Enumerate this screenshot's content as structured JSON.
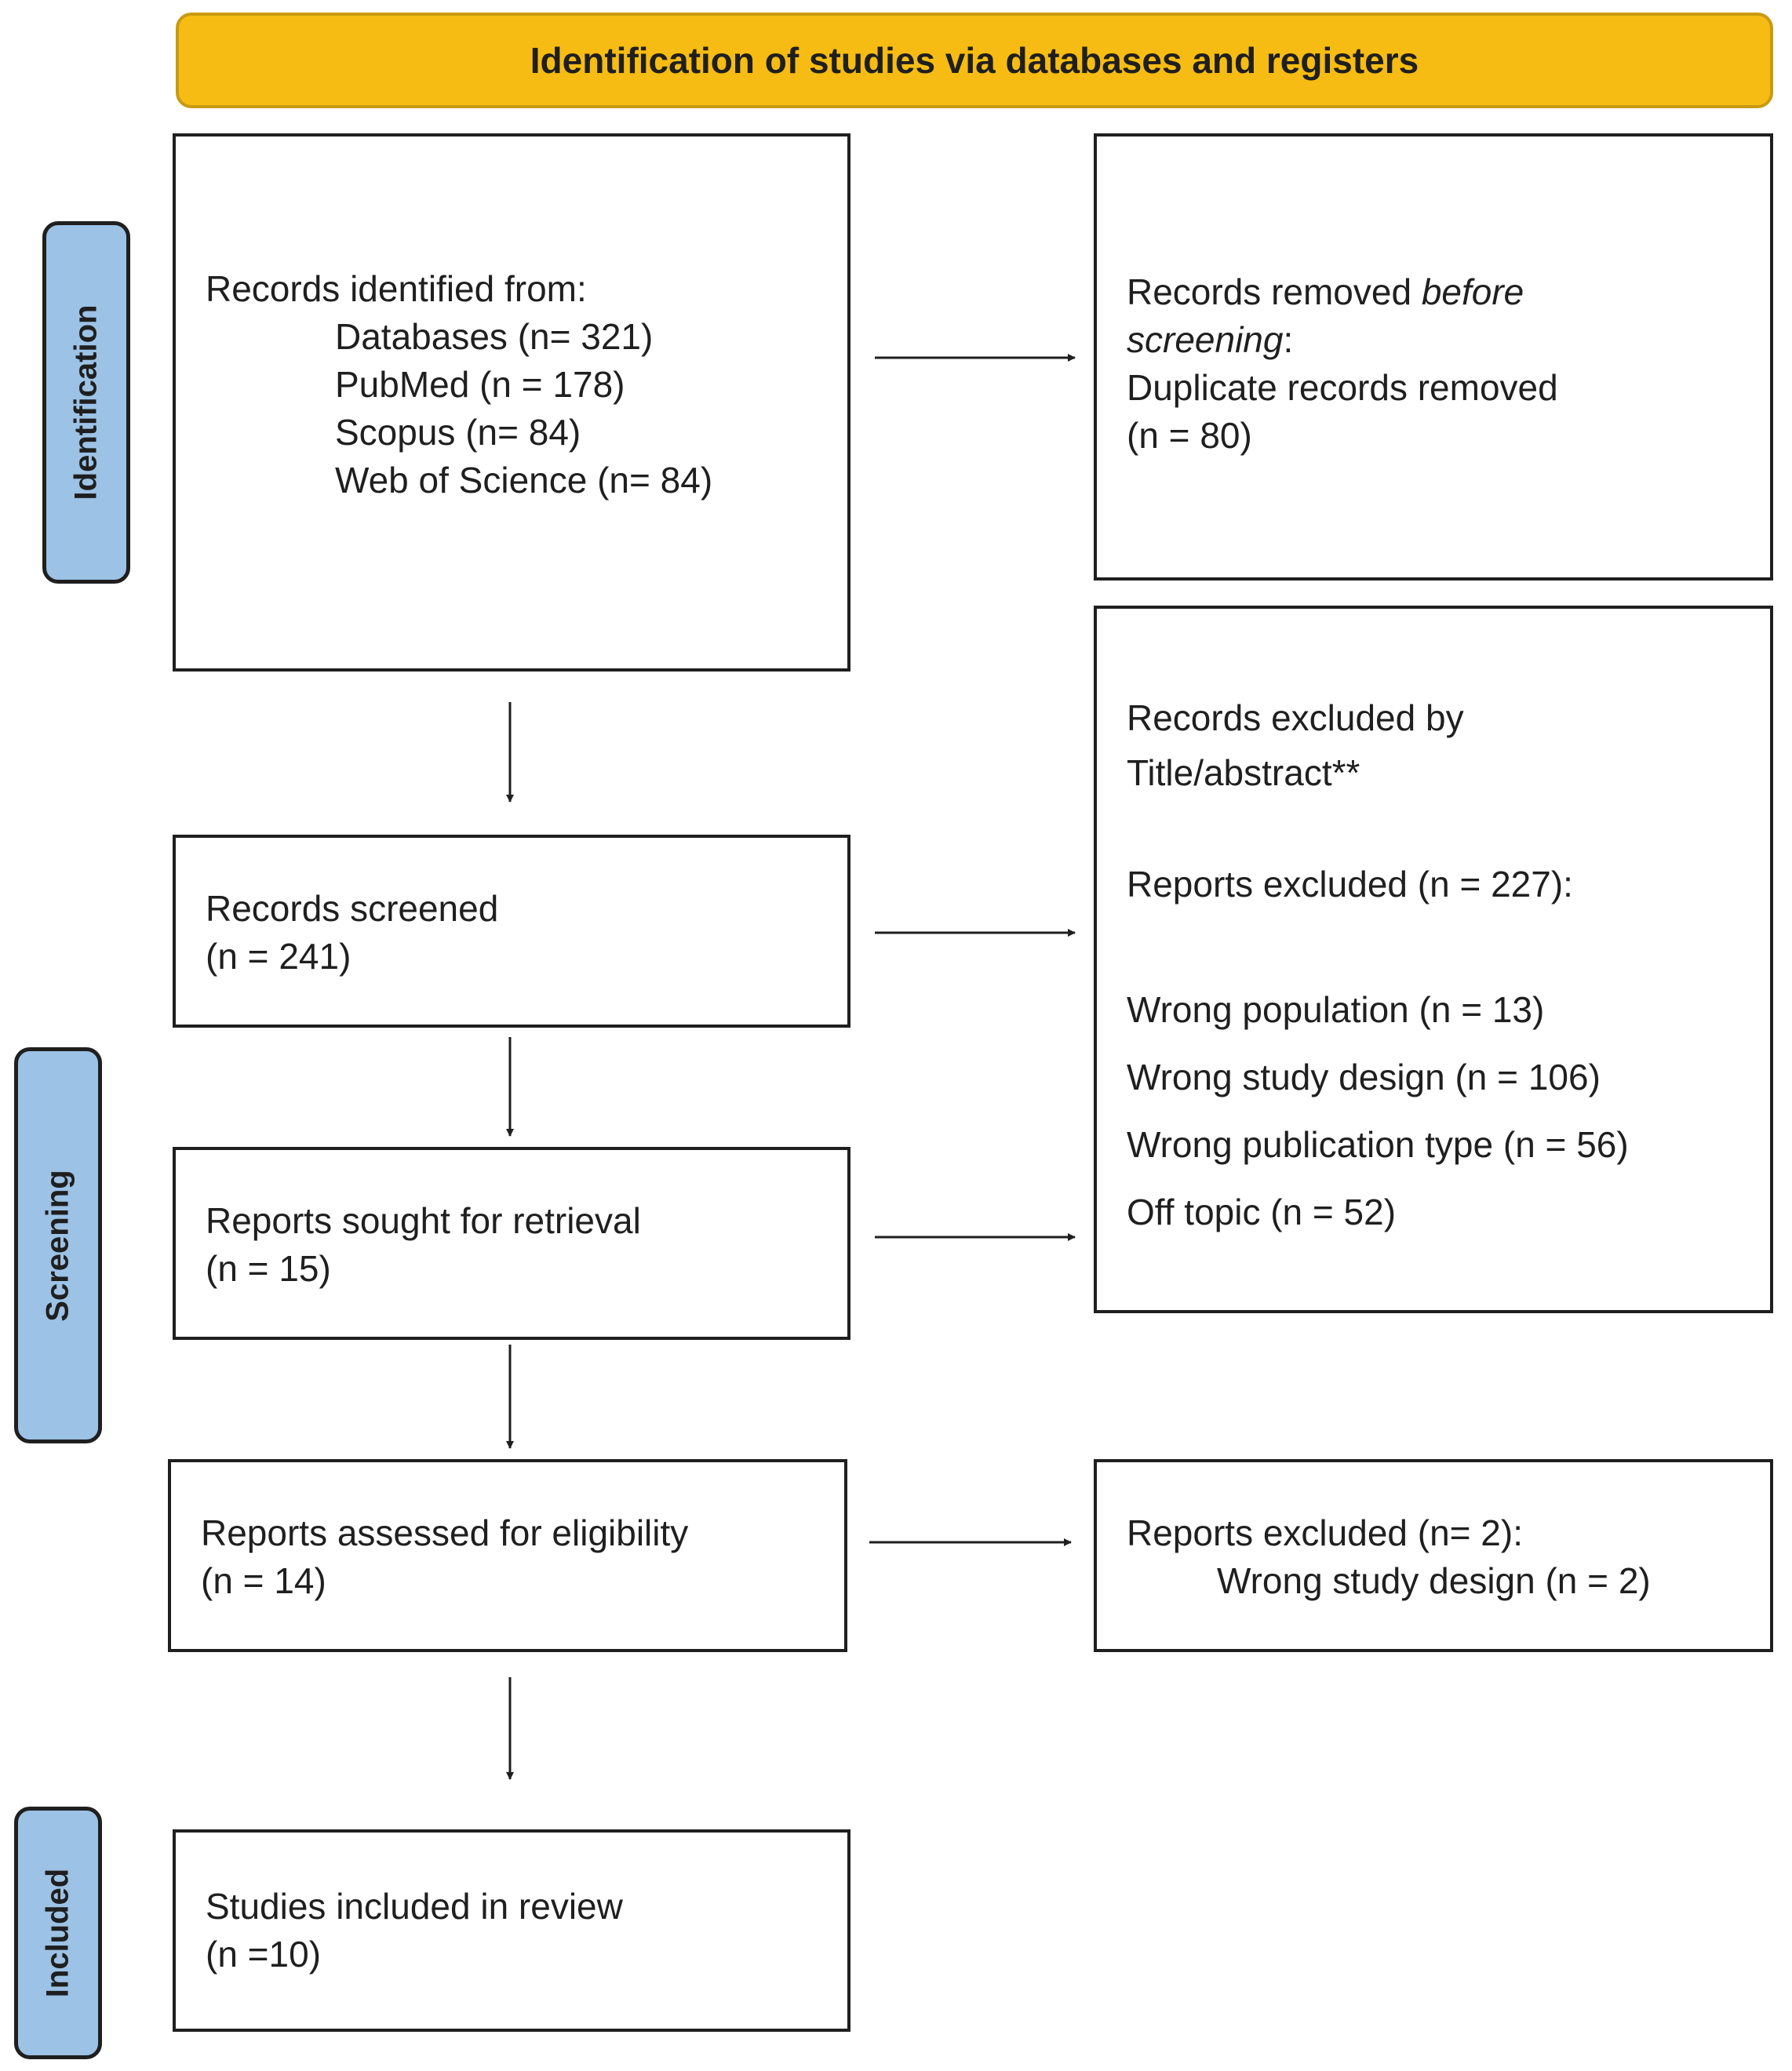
{
  "header": {
    "title": "Identification of studies via databases and registers"
  },
  "phases": {
    "identification": "Identification",
    "screening": "Screening",
    "included": "Included"
  },
  "boxes": {
    "records_identified": {
      "heading": "Records identified from:",
      "items": [
        "Databases (n= 321)",
        "PubMed (n = 178)",
        "Scopus (n= 84)",
        "Web of Science (n= 84)"
      ]
    },
    "records_removed": {
      "prefix": "Records removed ",
      "emph1": "before",
      "emph2": "screening",
      "colon": ":",
      "line3": "Duplicate records removed",
      "line4": "(n = 80)"
    },
    "records_screened": {
      "line1": "Records screened",
      "line2": "(n = 241)"
    },
    "records_excluded": {
      "line1": "Records excluded by",
      "line2": "Title/abstract**",
      "summary": "Reports excluded (n = 227):",
      "reasons": [
        "Wrong population (n = 13)",
        "Wrong study design (n = 106)",
        "Wrong publication type (n = 56)",
        "Off topic (n = 52)"
      ]
    },
    "reports_sought": {
      "line1": "Reports sought for retrieval",
      "line2": "(n = 15)"
    },
    "reports_assessed": {
      "line1": "Reports assessed for eligibility",
      "line2": "(n = 14)"
    },
    "reports_excluded": {
      "line1": "Reports excluded (n= 2):",
      "line2": "Wrong study design (n = 2)"
    },
    "studies_included": {
      "line1": "Studies included in review",
      "line2": "(n =10)"
    }
  }
}
